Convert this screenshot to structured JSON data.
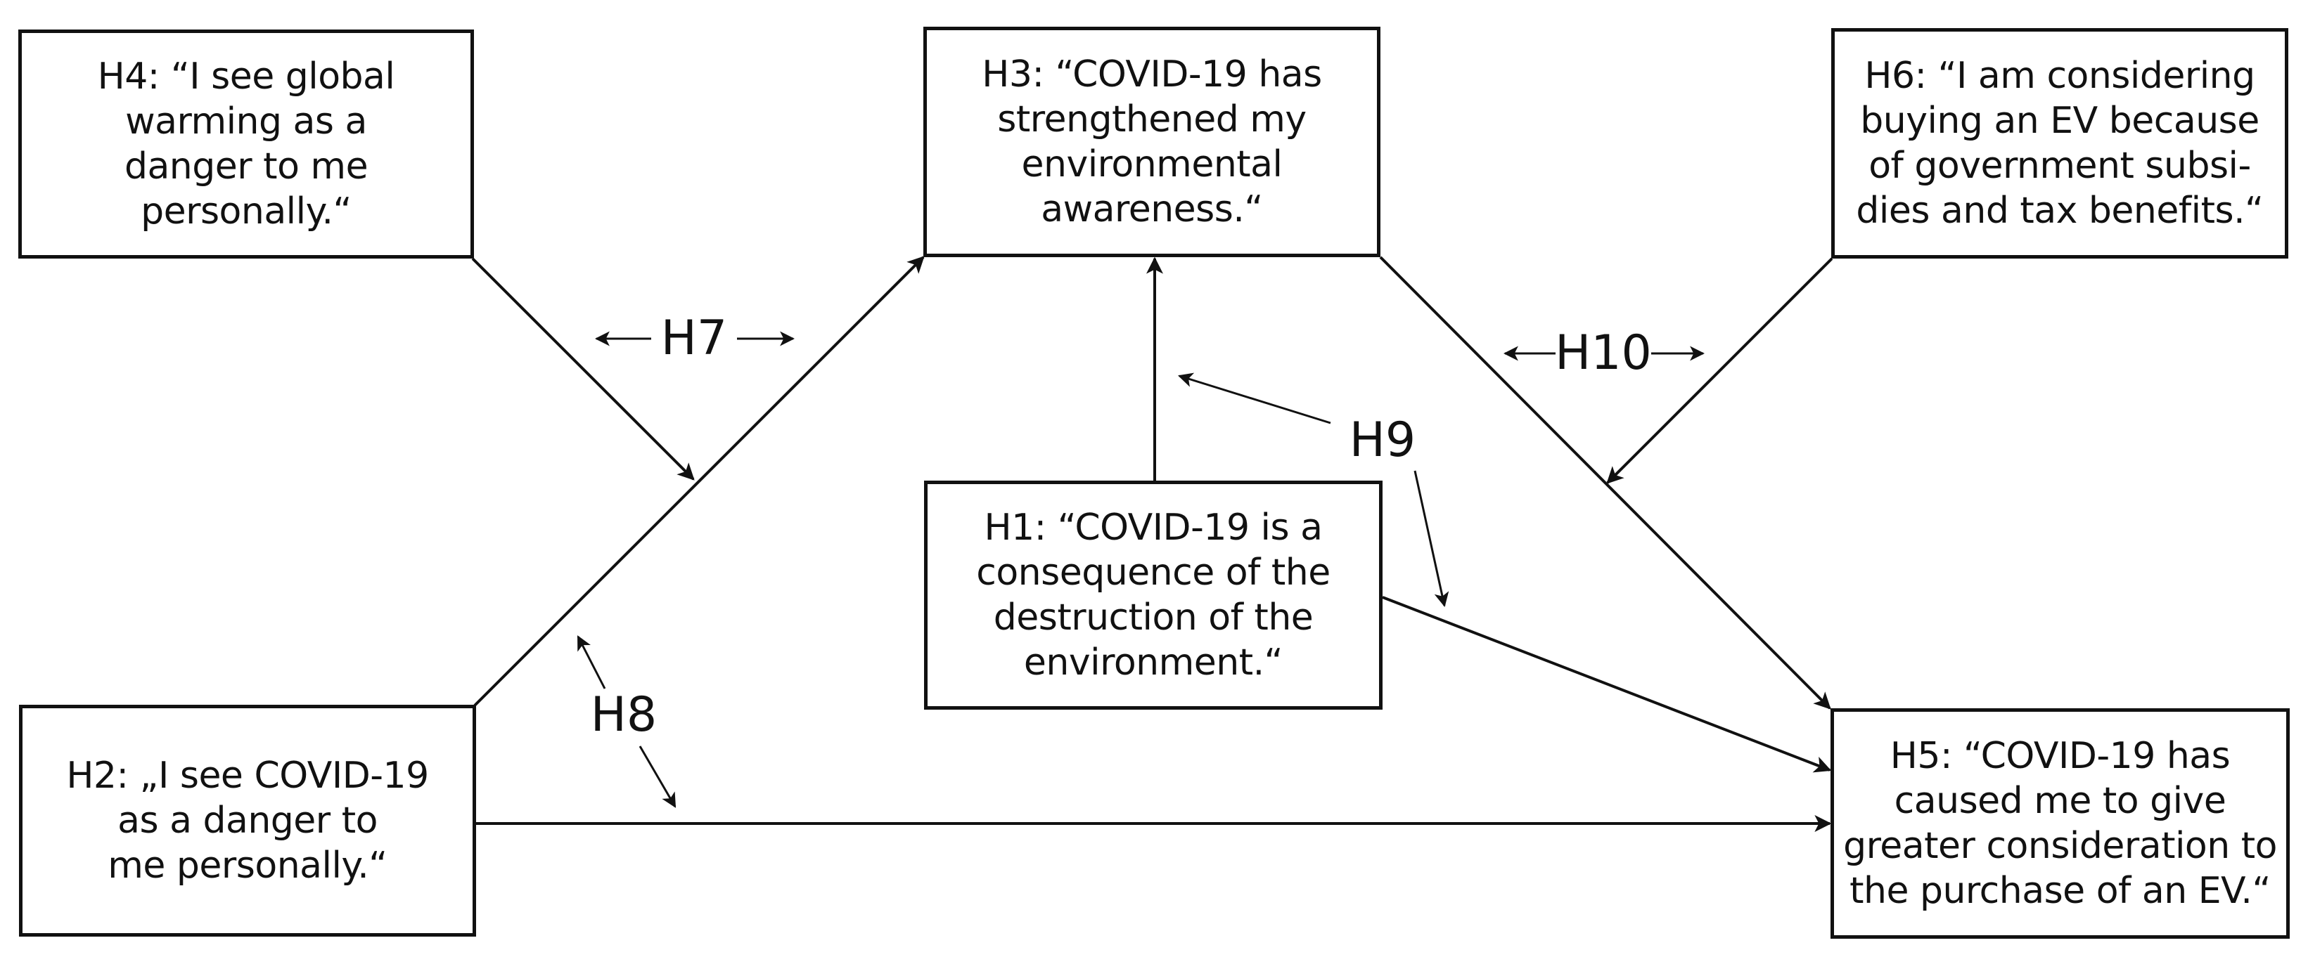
{
  "boxes": {
    "h4": {
      "lines": [
        "H4: “I see global",
        "warming as a",
        "danger to me",
        "personally.“"
      ]
    },
    "h3": {
      "lines": [
        "H3: “COVID-19 has",
        "strengthened my",
        "environmental",
        "awareness.“"
      ]
    },
    "h6": {
      "lines": [
        "H6: “I am considering",
        "buying an EV because",
        "of government subsi-",
        "dies and tax benefits.“"
      ]
    },
    "h1": {
      "lines": [
        "H1: “COVID-19 is a",
        "consequence of the",
        "destruction of the",
        "environment.“"
      ]
    },
    "h2": {
      "lines": [
        "H2: „I see COVID-19",
        "as a danger to",
        "me personally.“"
      ]
    },
    "h5": {
      "lines": [
        "H5: “COVID-19 has",
        "caused me to give",
        "greater consideration to",
        "the purchase of an EV.“"
      ]
    }
  },
  "moderators": {
    "h7": "H7",
    "h8": "H8",
    "h9": "H9",
    "h10": "H10"
  }
}
